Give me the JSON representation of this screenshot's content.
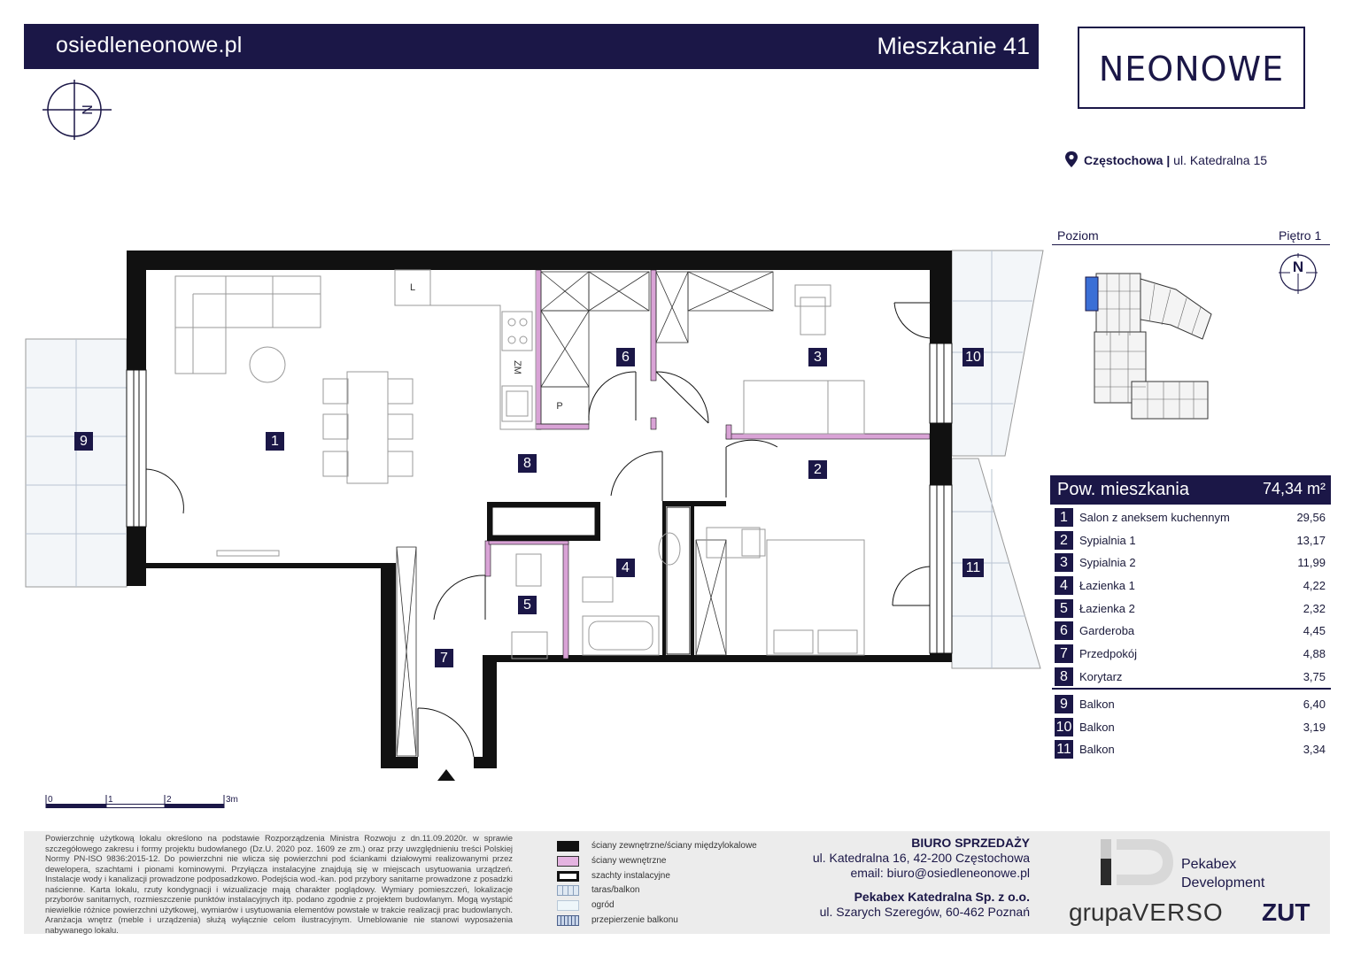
{
  "header": {
    "website": "osiedleneonowe.pl",
    "apartment": "Mieszkanie 41",
    "logo": "NEONOWE"
  },
  "address": {
    "city": "Częstochowa",
    "street": "ul. Katedralna 15"
  },
  "location_plan": {
    "level_label": "Poziom",
    "floor": "Piętro 1",
    "north": "N"
  },
  "area": {
    "label": "Pow. mieszkania",
    "value": "74,34 m²"
  },
  "rooms": [
    {
      "num": "1",
      "name": "Salon z aneksem kuchennym",
      "area": "29,56"
    },
    {
      "num": "2",
      "name": "Sypialnia 1",
      "area": "13,17"
    },
    {
      "num": "3",
      "name": "Sypialnia 2",
      "area": "11,99"
    },
    {
      "num": "4",
      "name": "Łazienka 1",
      "area": "4,22"
    },
    {
      "num": "5",
      "name": "Łazienka 2",
      "area": "2,32"
    },
    {
      "num": "6",
      "name": "Garderoba",
      "area": "4,45"
    },
    {
      "num": "7",
      "name": "Przedpokój",
      "area": "4,88"
    },
    {
      "num": "8",
      "name": "Korytarz",
      "area": "3,75"
    }
  ],
  "balconies": [
    {
      "num": "9",
      "name": "Balkon",
      "area": "6,40"
    },
    {
      "num": "10",
      "name": "Balkon",
      "area": "3,19"
    },
    {
      "num": "11",
      "name": "Balkon",
      "area": "3,34"
    }
  ],
  "plan_labels": {
    "fridge": "L",
    "washer": "ZM",
    "dryer": "P",
    "compass": "N"
  },
  "scale": {
    "t0": "0",
    "t1": "1",
    "t2": "2",
    "t3": "3m"
  },
  "footer": {
    "disclaimer": "Powierzchnię użytkową lokalu określono na podstawie Rozporządzenia Ministra Rozwoju z dn.11.09.2020r. w sprawie szczegółowego zakresu i formy projektu budowlanego (Dz.U. 2020 poz. 1609 ze zm.) oraz przy uwzględnieniu treści Polskiej Normy PN-ISO 9836:2015-12. Do powierzchni nie wlicza się powierzchni pod ściankami działowymi realizowanymi przez dewelopera, szachtami i pionami kominowymi. Przyłącza instalacyjne znajdują się w miejscach usytuowania urządzeń. Instalacje wody i kanalizacji prowadzone podposadzkowo. Podejścia wod.-kan. pod przybory sanitarne prowadzone z posadzki naścienne. Karta lokalu, rzuty kondygnacji i wizualizacje mają charakter poglądowy. Wymiary pomieszczeń, lokalizacje przyborów sanitarnych, rozmieszczenie punktów instalacyjnych itp. podano zgodnie z projektem budowlanym. Mogą wystąpić niewielkie różnice powierzchni użytkowej, wymiarów i usytuowania elementów powstałe w trakcie realizacji prac budowlanych. Aranżacja wnętrz (meble i urządzenia) służą wyłącznie celom ilustracyjnym. Umeblowanie nie stanowi wyposażenia nabywanego lokalu.",
    "legend": [
      {
        "label": "ściany zewnętrzne/ściany międzylokalowe",
        "swatch": "#111111"
      },
      {
        "label": "ściany wewnętrzne",
        "swatch": "#e4b3e0"
      },
      {
        "label": "szachty instalacyjne",
        "swatch": "#ffffff"
      },
      {
        "label": "taras/balkon",
        "swatch": "#dfe8f2"
      },
      {
        "label": "ogród",
        "swatch": "#eef6fa"
      },
      {
        "label": "przepierzenie balkonu",
        "swatch": "#c9d6ea"
      }
    ],
    "office_title": "BIURO SPRZEDAŻY",
    "office_address": "ul. Katedralna 16, 42-200 Częstochowa",
    "office_email": "email: biuro@osiedleneonowe.pl",
    "company": "Pekabex Katedralna Sp. z o.o.",
    "company_address": "ul. Szarych Szeregów, 60-462 Poznań",
    "developer_line1": "Pekabex",
    "developer_line2": "Development",
    "grupa": "grupa",
    "verso": "VERSO",
    "zut": "ZUT"
  },
  "colors": {
    "navy": "#1b1747",
    "inner_wall": "#d9a3d6",
    "balcony_fill": "#eef3f8"
  }
}
